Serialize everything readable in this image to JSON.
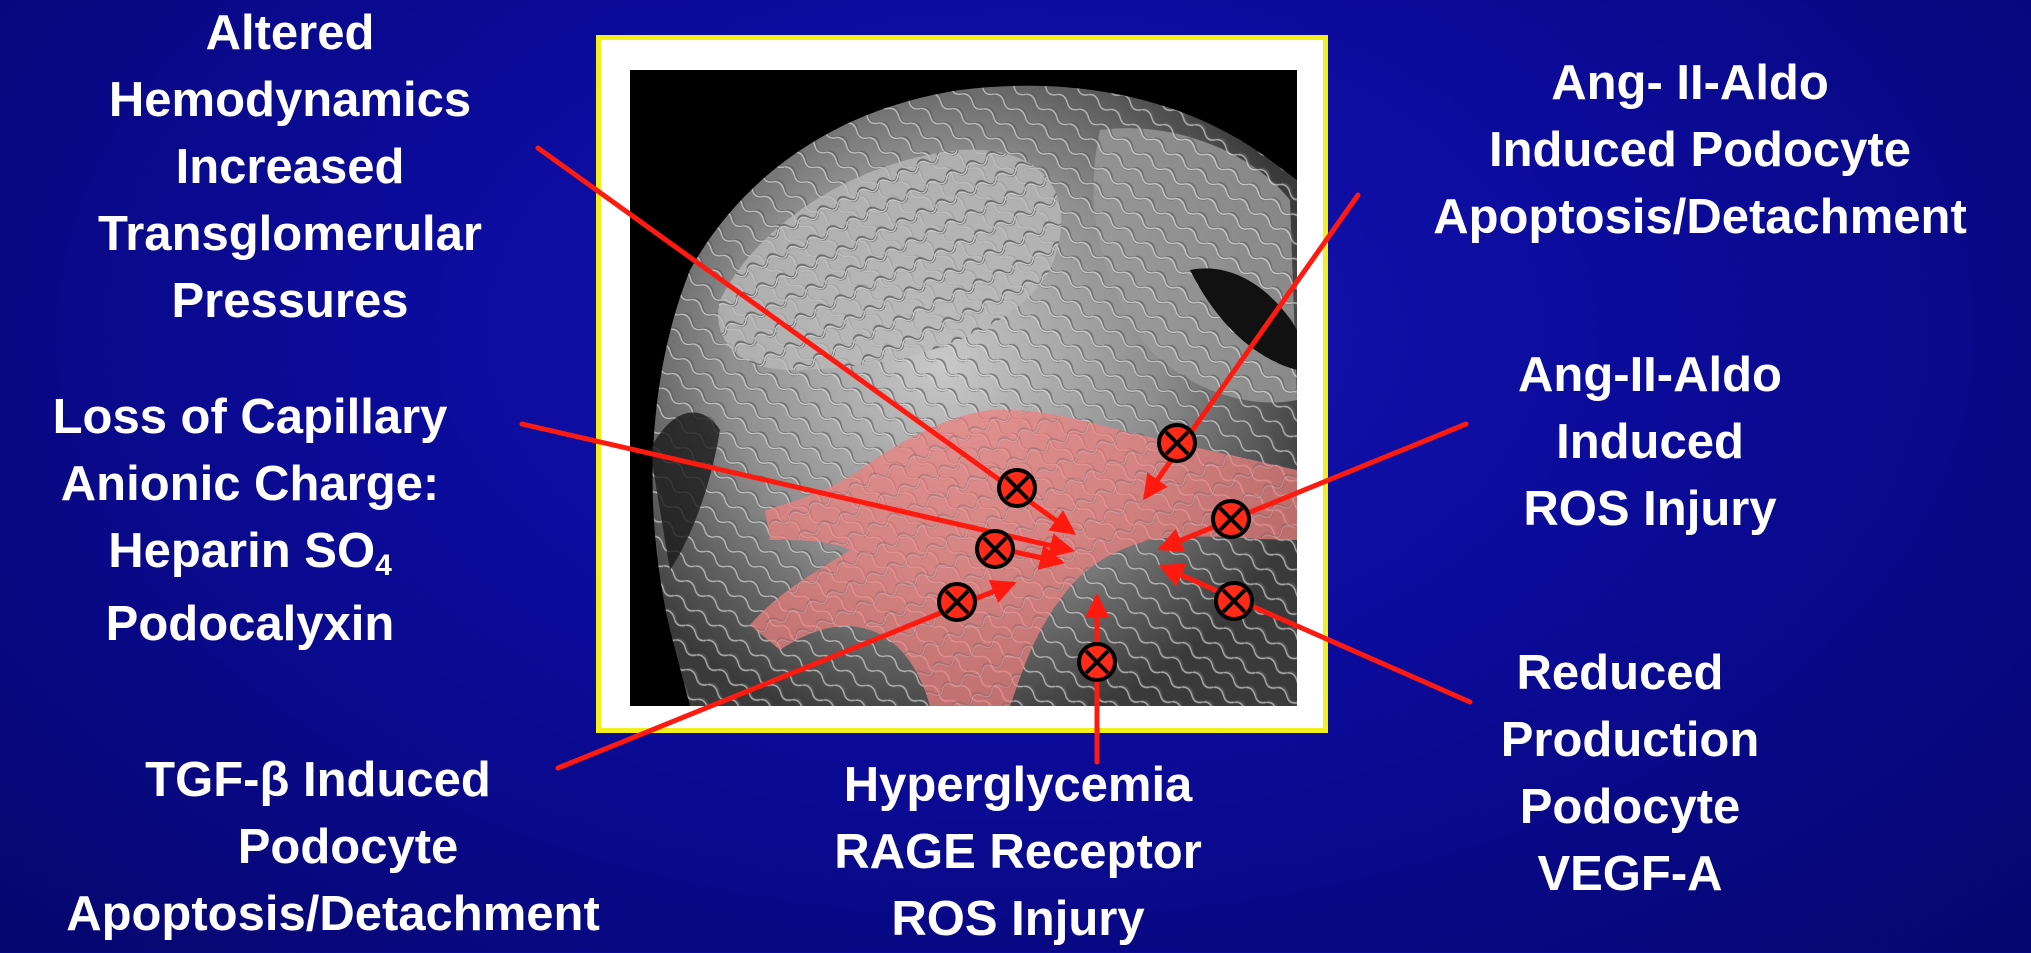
{
  "labels": {
    "altered_hemodynamics": [
      "Altered",
      "Hemodynamics",
      "Increased",
      "Transglomerular",
      "Pressures"
    ],
    "loss_capillary": {
      "line1": "Loss of Capillary",
      "line2": "Anionic Charge:",
      "line3_main": "Heparin SO",
      "line3_sub": "4",
      "line4": "Podocalyxin"
    },
    "tgf_beta": [
      "TGF-β Induced",
      "Podocyte",
      "Apoptosis/Detachment"
    ],
    "hyperglycemia": [
      "Hyperglycemia",
      "RAGE Receptor",
      "ROS Injury"
    ],
    "ang_apoptosis": [
      "Ang- II-Aldo",
      "Induced Podocyte",
      "Apoptosis/Detachment"
    ],
    "ang_ros": [
      "Ang-II-Aldo",
      "Induced",
      "ROS Injury"
    ],
    "reduced_vegf": [
      "Reduced",
      "Production",
      "Podocyte",
      "VEGF-A"
    ]
  },
  "colors": {
    "background": "#0b0b9a",
    "frame_border": "#f3ef1c",
    "arrow": "#ff1a10",
    "podocyte_highlight": "#f08080",
    "text": "#ffffff"
  },
  "icons": {
    "injury_marker": "circled-x-icon"
  }
}
